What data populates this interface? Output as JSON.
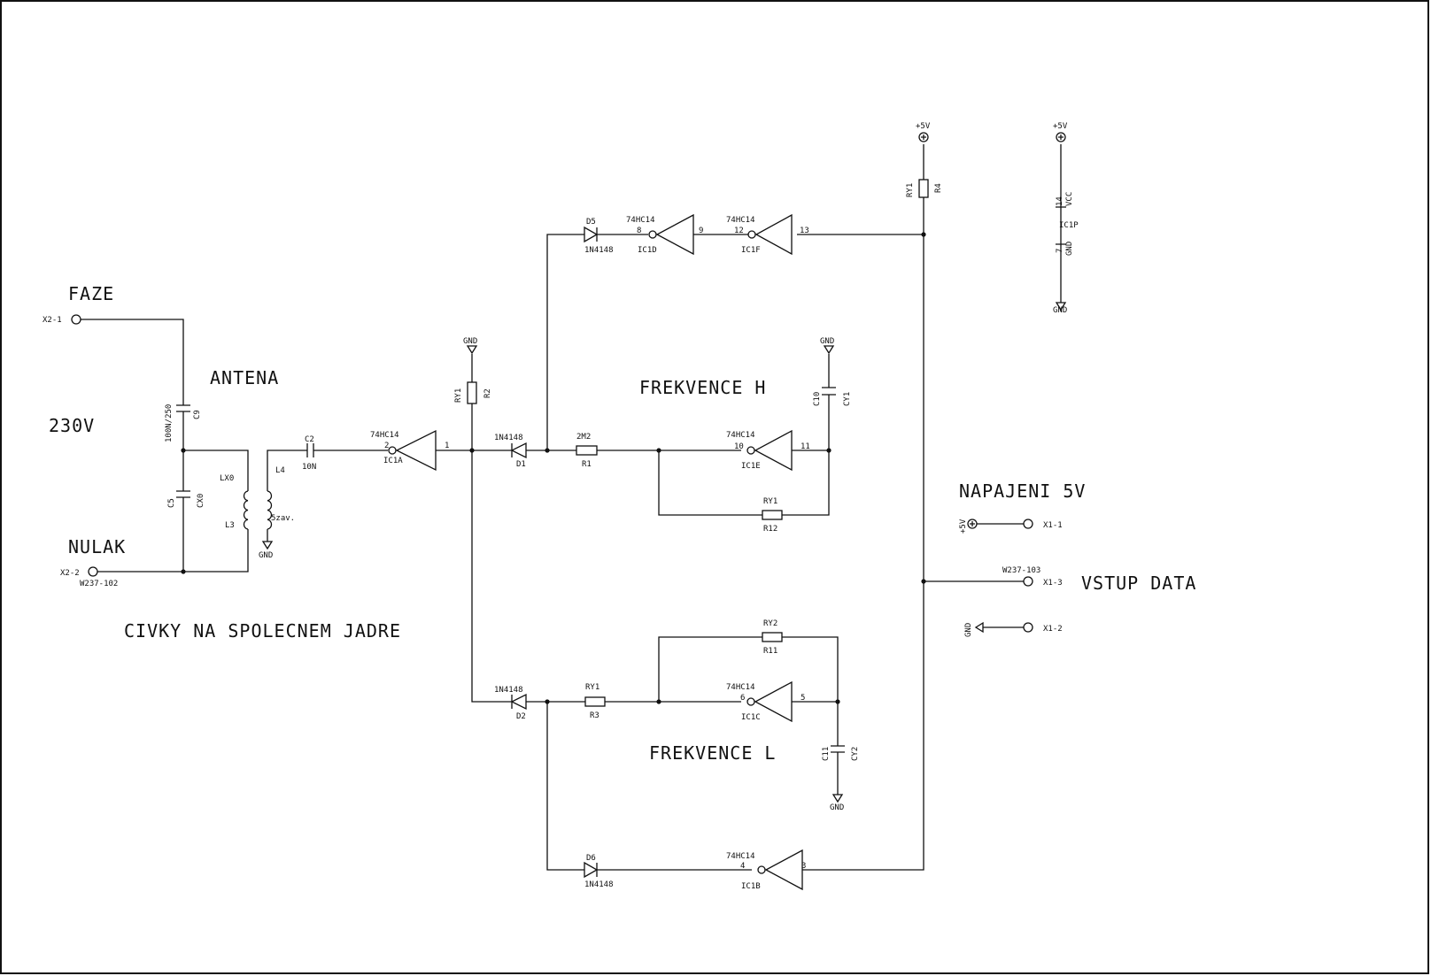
{
  "labels": {
    "faze": "FAZE",
    "antena": "ANTENA",
    "v230": "230V",
    "nulak": "NULAK",
    "civky": "CIVKY NA SPOLECNEM JADRE",
    "frek_h": "FREKVENCE H",
    "frek_l": "FREKVENCE L",
    "napajeni": "NAPAJENI 5V",
    "vstup": "VSTUP DATA"
  },
  "connectors": {
    "x2_1": "X2-1",
    "x2_2": "X2-2",
    "w237_102": "W237-102",
    "x1_1": "X1-1",
    "x1_2": "X1-2",
    "x1_3": "X1-3",
    "w237_103": "W237-103"
  },
  "power": {
    "p5v": "+5V",
    "gnd": "GND"
  },
  "components": {
    "c9": "C9",
    "c9_val": "100N/250",
    "c5": "C5",
    "c5_val": "CX0",
    "lx0": "LX0",
    "l3": "L3",
    "l4": "L4",
    "l4_val": "5zav.",
    "c2": "C2",
    "c2_val": "10N",
    "chip": "74HC14",
    "ic1a": "IC1A",
    "ic1b": "IC1B",
    "ic1c": "IC1C",
    "ic1d": "IC1D",
    "ic1e": "IC1E",
    "ic1f": "IC1F",
    "ic1p": "IC1P",
    "r2": "R2",
    "r2_val": "RY1",
    "r4": "R4",
    "r4_val": "RY1",
    "d1": "D1",
    "d2": "D2",
    "d5": "D5",
    "d6": "D6",
    "diode": "1N4148",
    "r1": "R1",
    "r1_val": "2M2",
    "r3": "R3",
    "r3_val": "RY1",
    "r11": "R11",
    "r11_val": "RY2",
    "r12": "R12",
    "r12_val": "RY1",
    "c10": "C10",
    "c10_val": "CY1",
    "c11": "C11",
    "c11_val": "CY2",
    "vcc": "VCC",
    "gnd_pin": "GND"
  },
  "pins": {
    "p1": "1",
    "p2": "2",
    "p3": "3",
    "p4": "4",
    "p5": "5",
    "p6": "6",
    "p7": "7",
    "p8": "8",
    "p9": "9",
    "p10": "10",
    "p11": "11",
    "p12": "12",
    "p13": "13",
    "p14": "14"
  }
}
